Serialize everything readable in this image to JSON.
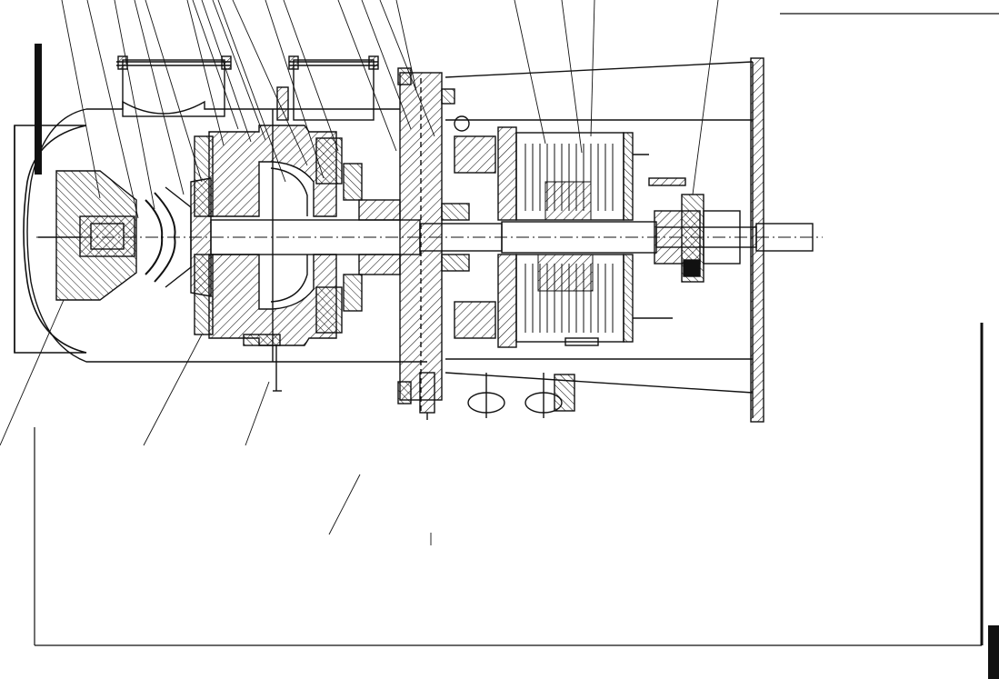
{
  "drawing": {
    "kind": "engineering cross-section",
    "ink_color": "#111111",
    "paper_color": "#ffffff",
    "hatch_pattern": "diagonal-45",
    "leader_count": 22,
    "printed_text": []
  }
}
